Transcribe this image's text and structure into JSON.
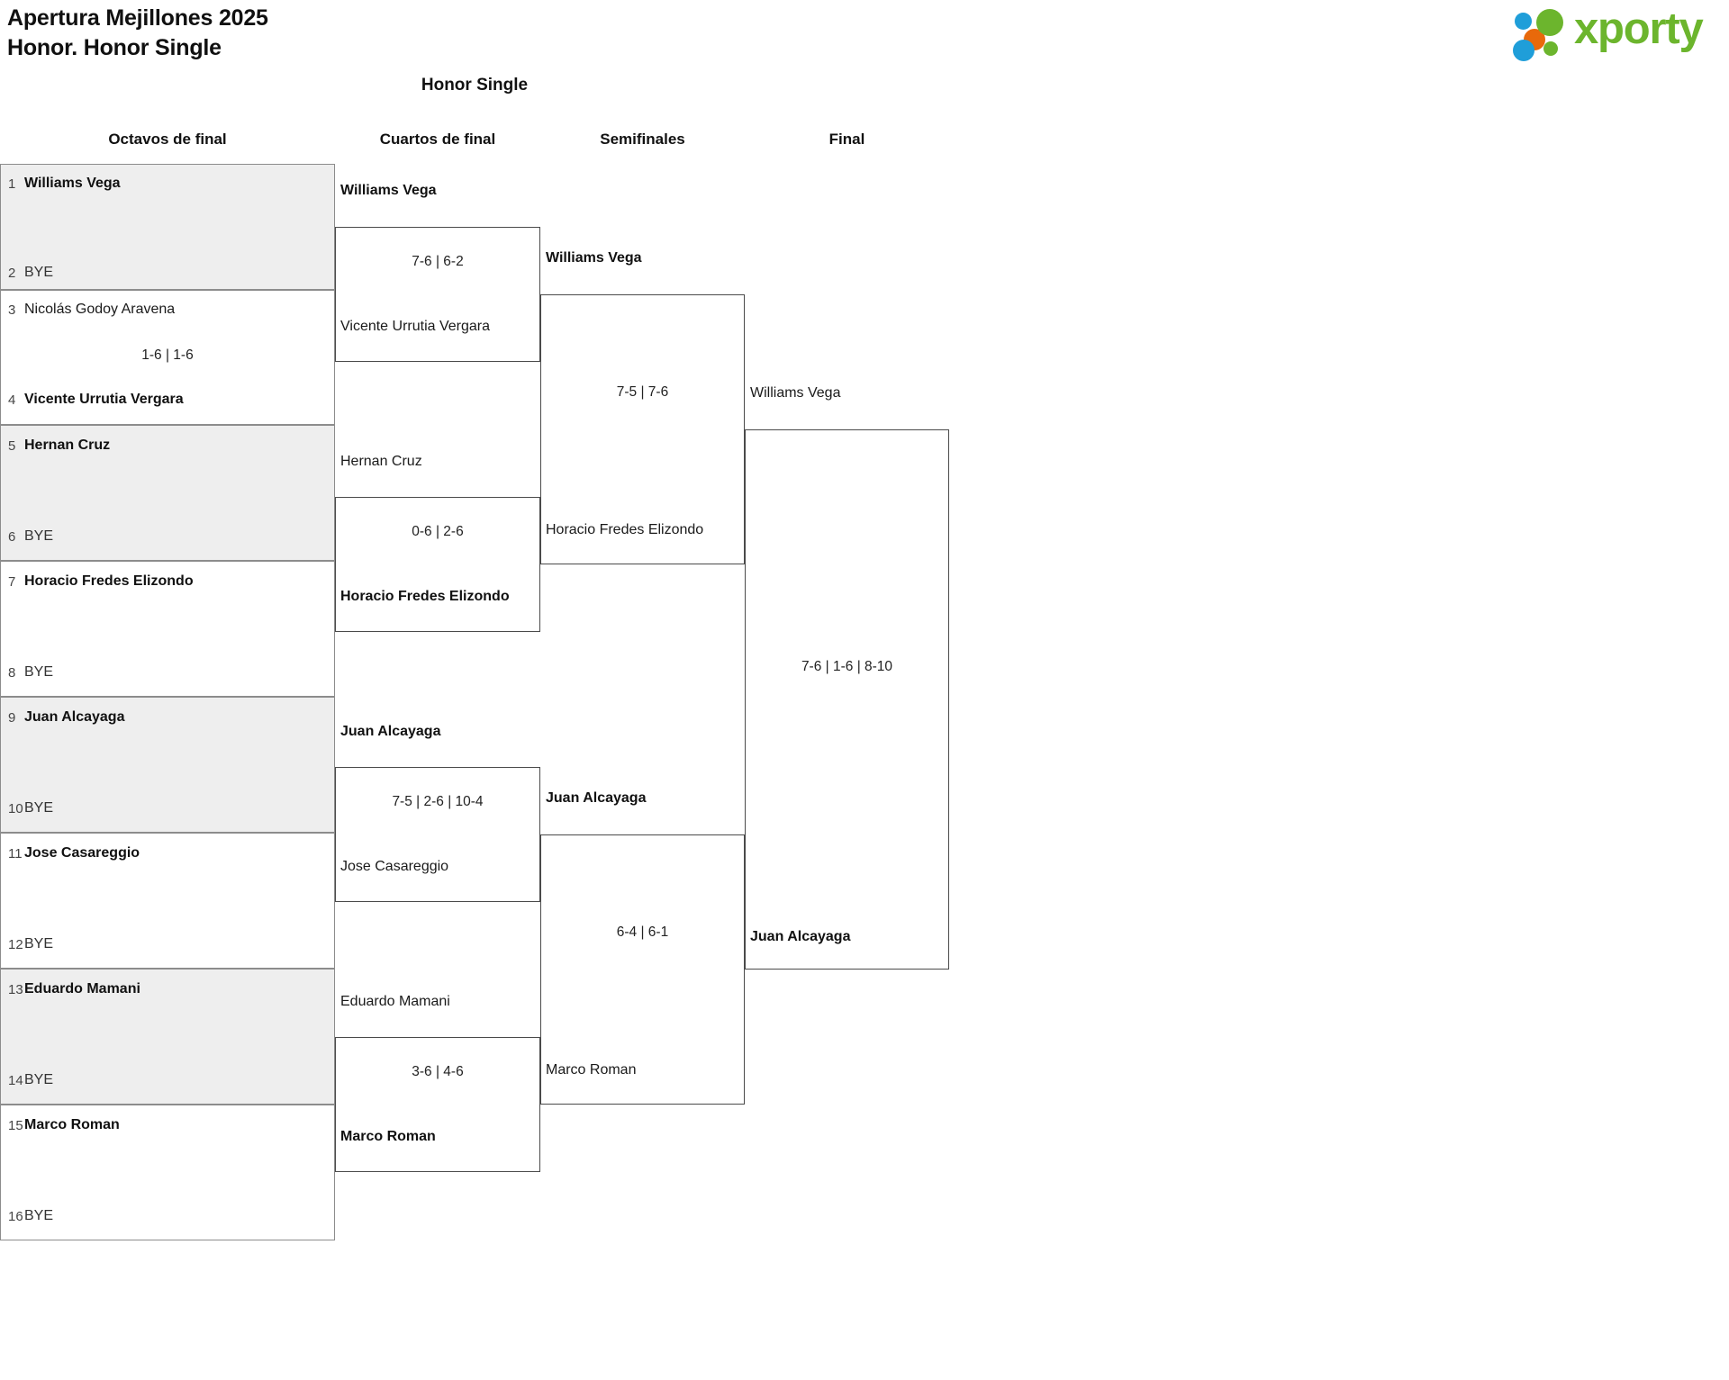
{
  "header": {
    "title_line1": "Apertura Mejillones 2025",
    "title_line2": "Honor. Honor Single",
    "logo_text": "xporty",
    "logo_colors": {
      "green": "#6cb52d",
      "blue": "#1f9ed9",
      "orange": "#e8690b"
    },
    "subtitle": "Honor Single"
  },
  "rounds": [
    {
      "label": "Octavos de final"
    },
    {
      "label": "Cuartos de final"
    },
    {
      "label": "Semifinales"
    },
    {
      "label": "Final"
    }
  ],
  "chart_data": {
    "type": "bracket",
    "title": "Honor Single",
    "tournament": "Apertura Mejillones 2025",
    "category": "Honor. Honor Single",
    "rounds": [
      "Octavos de final",
      "Cuartos de final",
      "Semifinales",
      "Final"
    ],
    "champion": "Juan Alcayaga"
  },
  "r16": [
    {
      "top": {
        "seed": "1",
        "name": "Williams Vega",
        "winner": true
      },
      "bottom": {
        "seed": "2",
        "name": "BYE",
        "winner": false
      },
      "score": ""
    },
    {
      "top": {
        "seed": "3",
        "name": "Nicolás Godoy Aravena",
        "winner": false
      },
      "bottom": {
        "seed": "4",
        "name": "Vicente Urrutia Vergara",
        "winner": true
      },
      "score": "1-6 | 1-6"
    },
    {
      "top": {
        "seed": "5",
        "name": "Hernan Cruz",
        "winner": true
      },
      "bottom": {
        "seed": "6",
        "name": "BYE",
        "winner": false
      },
      "score": ""
    },
    {
      "top": {
        "seed": "7",
        "name": "Horacio Fredes Elizondo",
        "winner": true
      },
      "bottom": {
        "seed": "8",
        "name": "BYE",
        "winner": false
      },
      "score": ""
    },
    {
      "top": {
        "seed": "9",
        "name": "Juan Alcayaga",
        "winner": true
      },
      "bottom": {
        "seed": "10",
        "name": "BYE",
        "winner": false
      },
      "score": ""
    },
    {
      "top": {
        "seed": "11",
        "name": "Jose Casareggio",
        "winner": true
      },
      "bottom": {
        "seed": "12",
        "name": "BYE",
        "winner": false
      },
      "score": ""
    },
    {
      "top": {
        "seed": "13",
        "name": "Eduardo Mamani",
        "winner": true
      },
      "bottom": {
        "seed": "14",
        "name": "BYE",
        "winner": false
      },
      "score": ""
    },
    {
      "top": {
        "seed": "15",
        "name": "Marco Roman",
        "winner": true
      },
      "bottom": {
        "seed": "16",
        "name": "BYE",
        "winner": false
      },
      "score": ""
    }
  ],
  "qf": [
    {
      "top": "Williams Vega",
      "top_winner": true,
      "bottom": "Vicente Urrutia Vergara",
      "bottom_winner": false,
      "score": "7-6 | 6-2"
    },
    {
      "top": "Hernan Cruz",
      "top_winner": false,
      "bottom": "Horacio Fredes Elizondo",
      "bottom_winner": true,
      "score": "0-6 | 2-6"
    },
    {
      "top": "Juan Alcayaga",
      "top_winner": true,
      "bottom": "Jose Casareggio",
      "bottom_winner": false,
      "score": "7-5 | 2-6 | 10-4"
    },
    {
      "top": "Eduardo Mamani",
      "top_winner": false,
      "bottom": "Marco Roman",
      "bottom_winner": true,
      "score": "3-6 | 4-6"
    }
  ],
  "sf": [
    {
      "top": "Williams Vega",
      "top_winner": true,
      "bottom": "Horacio Fredes Elizondo",
      "bottom_winner": false,
      "score": "7-5 | 7-6"
    },
    {
      "top": "Juan Alcayaga",
      "top_winner": true,
      "bottom": "Marco Roman",
      "bottom_winner": false,
      "score": "6-4 | 6-1"
    }
  ],
  "final": {
    "top": "Williams Vega",
    "top_winner": false,
    "bottom": "Juan Alcayaga",
    "bottom_winner": true,
    "score": "7-6 | 1-6 | 8-10"
  }
}
